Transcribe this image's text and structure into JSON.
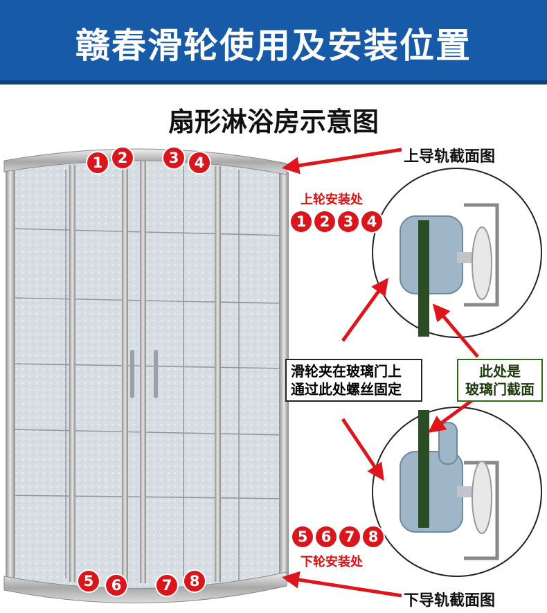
{
  "header": {
    "title": "赣春滑轮使用及安装位置"
  },
  "subtitle": "扇形淋浴房示意图",
  "labels": {
    "top_rail": "上导轨截面图",
    "bottom_rail": "下导轨截面图",
    "upper_wheel": "上轮安装处",
    "lower_wheel": "下轮安装处"
  },
  "notes": {
    "clamp_line1": "滑轮夹在玻璃门上",
    "clamp_line2": "通过此处螺丝固定",
    "glass_line1": "此处是",
    "glass_line2": "玻璃门截面"
  },
  "badges_top_door": [
    "1",
    "2",
    "3",
    "4"
  ],
  "badges_bottom_door": [
    "5",
    "6",
    "7",
    "8"
  ],
  "badges_upper_legend": [
    "1",
    "2",
    "3",
    "4"
  ],
  "badges_lower_legend": [
    "5",
    "6",
    "7",
    "8"
  ],
  "colors": {
    "banner": "#175aa8",
    "badge": "#d8161b",
    "arrow": "#e0141b",
    "glass_section": "#2b4d25",
    "roller_body": "#9fb6c8"
  }
}
